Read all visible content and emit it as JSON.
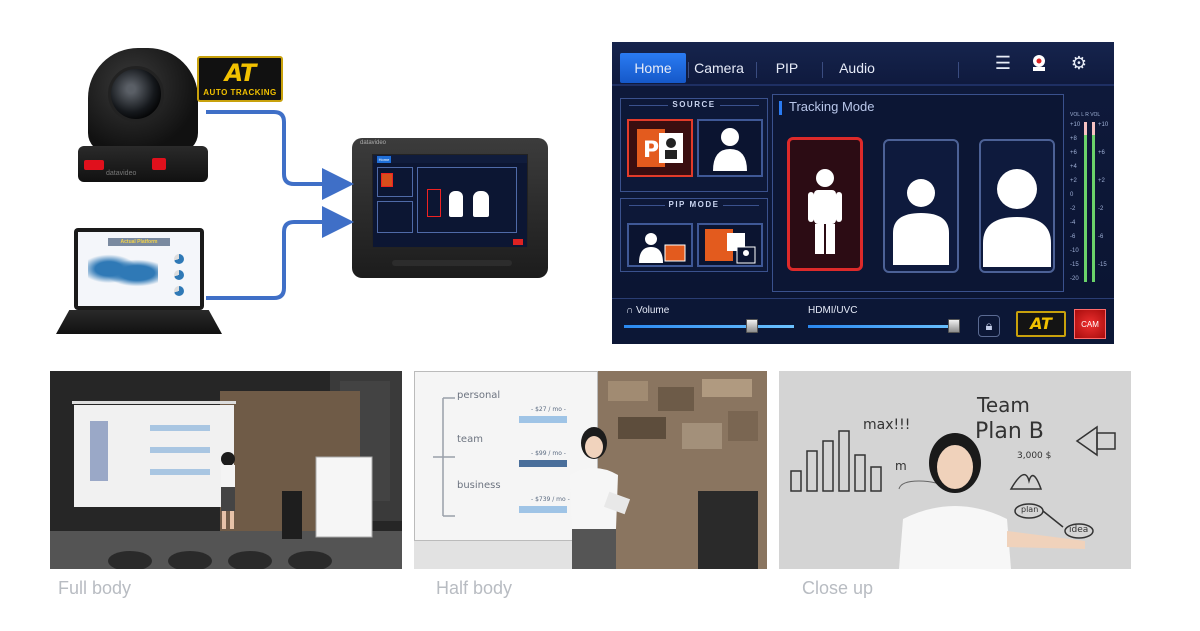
{
  "diagram": {
    "at_badge": {
      "big": "AT",
      "small": "AUTO TRACKING"
    },
    "camera_brand": "datavideo",
    "laptop_title": "Actual Platform",
    "tablet": {
      "brand": "datavideo",
      "tab": "Home"
    }
  },
  "ui": {
    "tabs": [
      "Home",
      "Camera",
      "PIP",
      "Audio"
    ],
    "active_tab": "Home",
    "source_title": "SOURCE",
    "pip_title": "PIP MODE",
    "tracking_title": "Tracking Mode",
    "meter_ticks": [
      "+10",
      "+8",
      "+6",
      "+4",
      "+2",
      "0",
      "-2",
      "-4",
      "-6",
      "-10",
      "-15",
      "-20"
    ],
    "meter_header": "VOL L R VOL",
    "volume_label": "Volume",
    "hdmi_label": "HDMI/UVC",
    "at_button": "AT",
    "cam_button": "CAM",
    "colors": {
      "accent": "#1f6fd8",
      "selected": "#dd2a2a",
      "at_gold": "#f2c100"
    }
  },
  "scenes": [
    {
      "caption": "Full body"
    },
    {
      "caption": "Half body"
    },
    {
      "caption": "Close up"
    }
  ],
  "scene2_board": {
    "plans": [
      {
        "name": "personal",
        "price": "- $27 / mo -"
      },
      {
        "name": "team",
        "price": "- $99 / mo -"
      },
      {
        "name": "business",
        "price": "- $739 / mo -"
      }
    ]
  },
  "scene3_board": {
    "team": "Team",
    "planb": "Plan B",
    "max": "max!!!",
    "amount": "3,000 $",
    "m": "m",
    "plan": "plan",
    "idea": "idea"
  }
}
